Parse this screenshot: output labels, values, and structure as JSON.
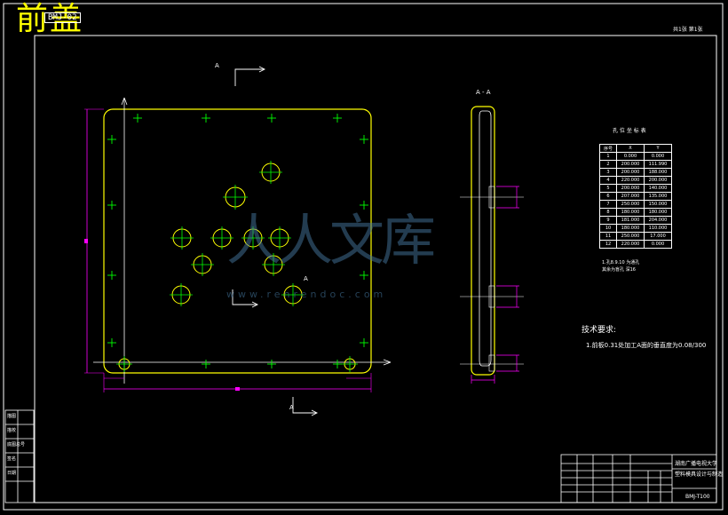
{
  "heading": "前盖",
  "drawing_number": "BMJ-02",
  "corner_label": "共1张 第1张",
  "view_label_a": "A",
  "section_label": "A - A",
  "hole_table": {
    "title": "孔 位 坐 标 表",
    "headers": [
      "序号",
      "X",
      "Y"
    ],
    "rows": [
      [
        "1",
        "0.000",
        "0.000"
      ],
      [
        "2",
        "200.000",
        "111.990"
      ],
      [
        "3",
        "200.000",
        "188.000"
      ],
      [
        "4",
        "220.000",
        "200.000"
      ],
      [
        "5",
        "200.000",
        "140.000"
      ],
      [
        "6",
        "207.000",
        "135.000"
      ],
      [
        "7",
        "250.000",
        "150.000"
      ],
      [
        "8",
        "180.000",
        "180.000"
      ],
      [
        "9",
        "181.000",
        "204.000"
      ],
      [
        "10",
        "180.000",
        "110.000"
      ],
      [
        "11",
        "250.000",
        "17.000"
      ],
      [
        "12",
        "220.000",
        "0.000"
      ]
    ],
    "note": [
      "1.孔8.9.10 为通孔",
      "其余为盲孔 深16"
    ]
  },
  "tech_req_title": "技术要求:",
  "tech_req_text": "1.前板0.31处加工A面的垂直度为0.08/300",
  "title_block": {
    "school": "湖南广播电视大学",
    "project": "塑料模具设计与制造",
    "code": "BMJ-T100"
  },
  "left_labels": [
    "描图",
    "描校",
    "底图总号",
    "签名",
    "日期"
  ],
  "watermark": "人人文库",
  "watermark_url": "www.renrendoc.com",
  "colors": {
    "outline": "#ffff00",
    "dimension": "#ff00ff",
    "center_mark": "#00ff00",
    "frame": "#ffffff"
  }
}
